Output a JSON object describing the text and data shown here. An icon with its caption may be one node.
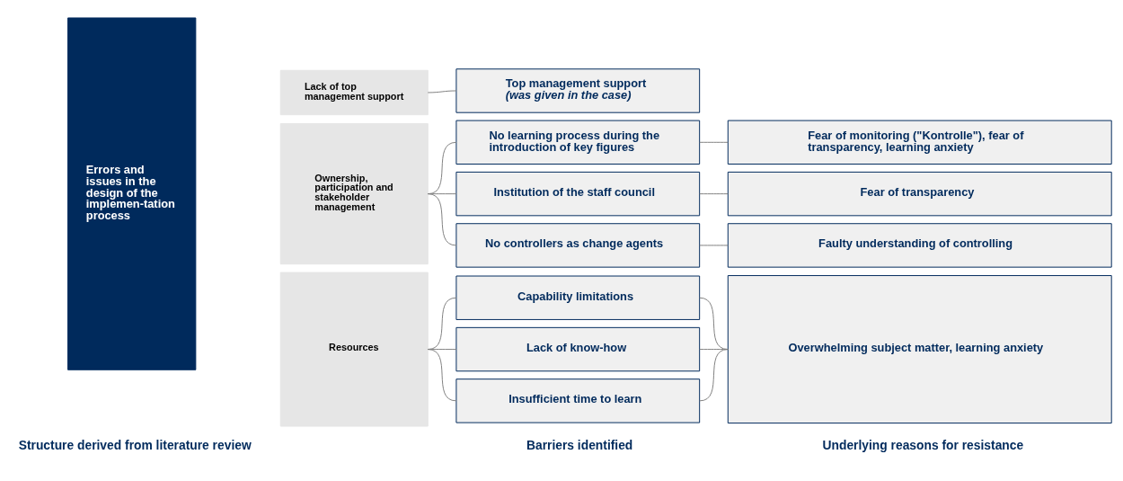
{
  "diagram": {
    "nodes": [
      {
        "text": [
          "Errors and issues in the design of the implemen-tation process"
        ]
      },
      {
        "text": [
          "Lack of top management support"
        ]
      },
      {
        "text": [
          "Ownership, participation and stakeholder management"
        ]
      },
      {
        "text": [
          "Resources"
        ]
      },
      {
        "text": [
          "Top management support",
          "(was given in the case)"
        ]
      },
      {
        "text": [
          "No learning process during the introduction of key figures"
        ]
      },
      {
        "text": [
          "Institution of the staff council"
        ]
      },
      {
        "text": [
          "No controllers as change agents"
        ]
      },
      {
        "text": [
          "Capability limitations"
        ]
      },
      {
        "text": [
          "Lack of know-how"
        ]
      },
      {
        "text": [
          "Insufficient time to learn"
        ]
      },
      {
        "text": [
          "Fear of monitoring (\"Kontrolle\"), fear of transparency, learning anxiety"
        ]
      },
      {
        "text": [
          "Fear of transparency"
        ]
      },
      {
        "text": [
          "Faulty understanding of controlling"
        ]
      },
      {
        "text": [
          "Overwhelming subject matter, learning anxiety"
        ]
      }
    ],
    "edges": [
      {
        "from": 1,
        "to": 4,
        "arrow": "none"
      },
      {
        "from": 2,
        "to": 5,
        "arrow": "none"
      },
      {
        "from": 2,
        "to": 6,
        "arrow": "none"
      },
      {
        "from": 2,
        "to": 7,
        "arrow": "none"
      },
      {
        "from": 3,
        "to": 8,
        "arrow": "none"
      },
      {
        "from": 3,
        "to": 9,
        "arrow": "none"
      },
      {
        "from": 3,
        "to": 10,
        "arrow": "none"
      },
      {
        "from": 5,
        "to": 11,
        "arrow": "none"
      },
      {
        "from": 6,
        "to": 12,
        "arrow": "none"
      },
      {
        "from": 7,
        "to": 13,
        "arrow": "none"
      },
      {
        "from": 8,
        "to": 14,
        "arrow": "none"
      },
      {
        "from": 9,
        "to": 14,
        "arrow": "none"
      },
      {
        "from": 10,
        "to": 14,
        "arrow": "none"
      }
    ],
    "labels": [
      "Structure derived from literature review",
      "Barriers identified",
      "Underlying reasons for resistance"
    ]
  }
}
